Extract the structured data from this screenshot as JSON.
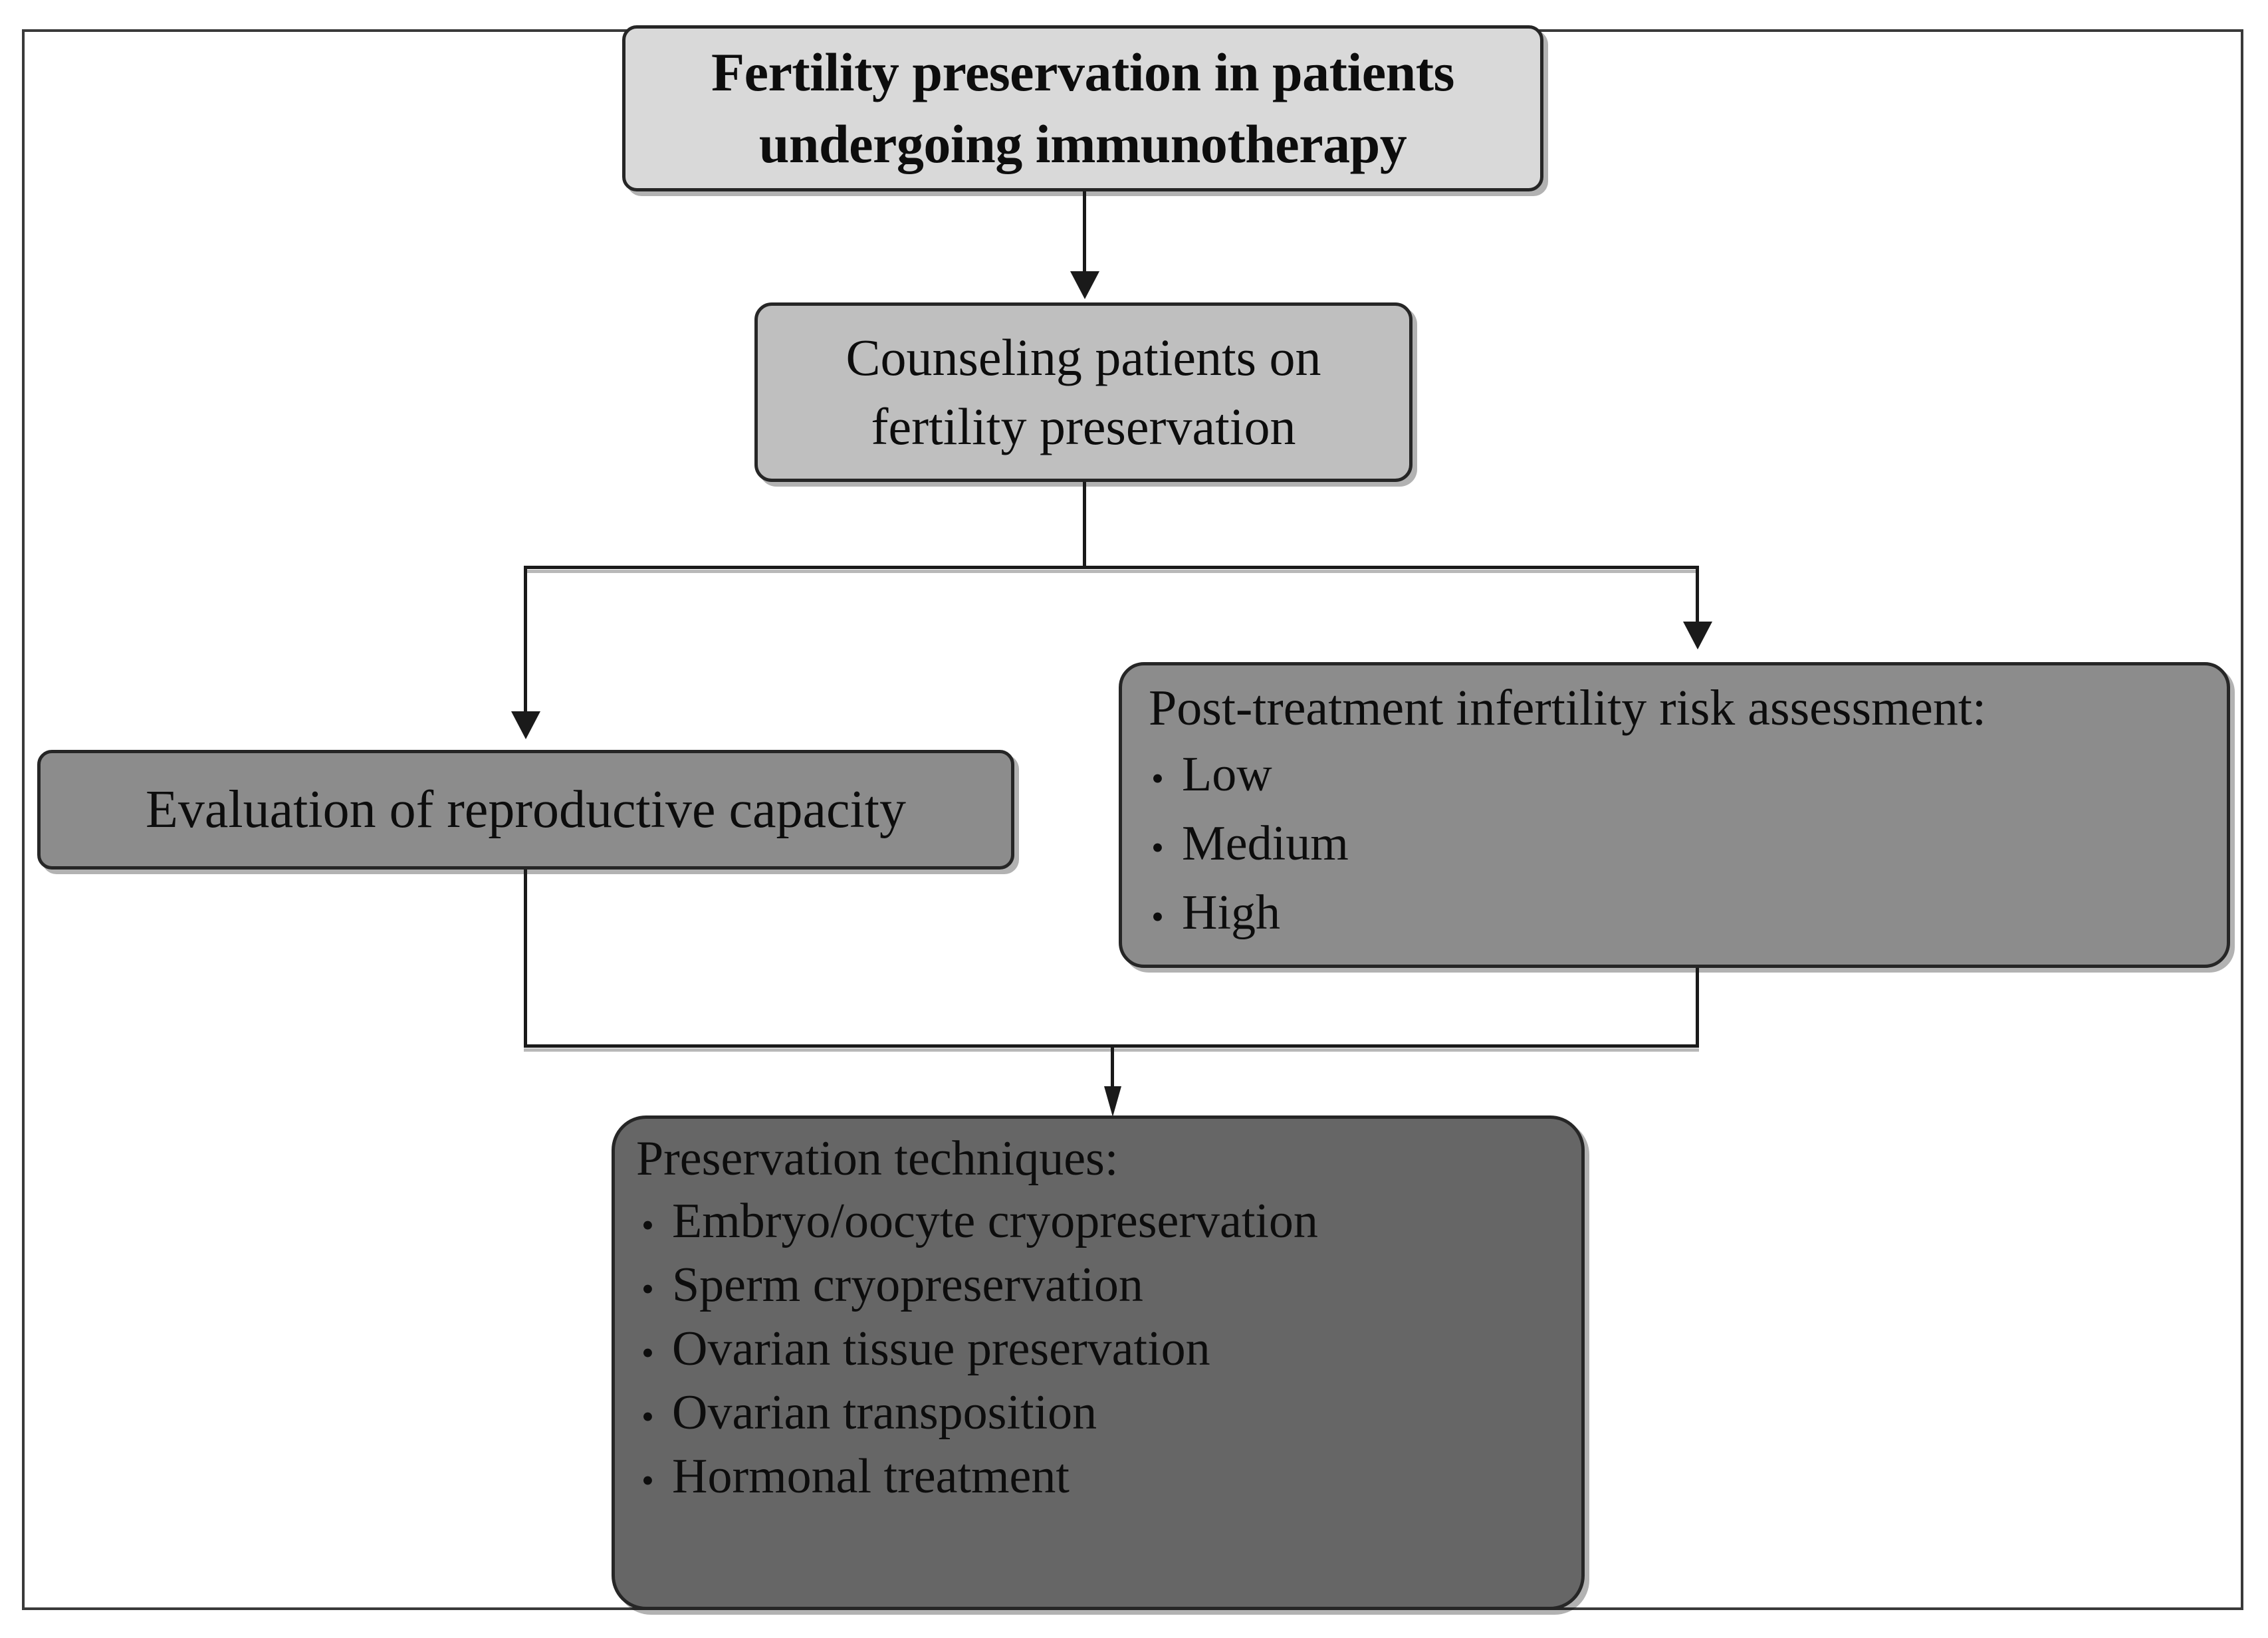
{
  "figure": {
    "type": "flowchart",
    "orientation": "top-down",
    "background_color": "#ffffff",
    "frame_color": "#3a3a3a",
    "line_color": "#1a1a1a"
  },
  "nodes": {
    "title": {
      "line1": "Fertility preservation in patients",
      "line2": "undergoing immunotherapy",
      "fill_color": "#d9d9d9"
    },
    "counseling": {
      "line1": "Counseling patients on",
      "line2": "fertility preservation",
      "fill_color": "#bfbfbf"
    },
    "evaluation": {
      "line1": "Evaluation of reproductive capacity",
      "fill_color": "#8c8c8c"
    },
    "risk": {
      "heading": "Post-treatment infertility risk assessment:",
      "fill_color": "#8c8c8c",
      "bullet_glyph": "•",
      "items": [
        "Low",
        "Medium",
        "High"
      ]
    },
    "preservation": {
      "heading": "Preservation techniques:",
      "fill_color": "#666666",
      "bullet_glyph": "•",
      "items": [
        "Embryo/oocyte cryopreservation",
        "Sperm cryopreservation",
        "Ovarian tissue preservation",
        "Ovarian transposition",
        "Hormonal treatment"
      ]
    }
  }
}
